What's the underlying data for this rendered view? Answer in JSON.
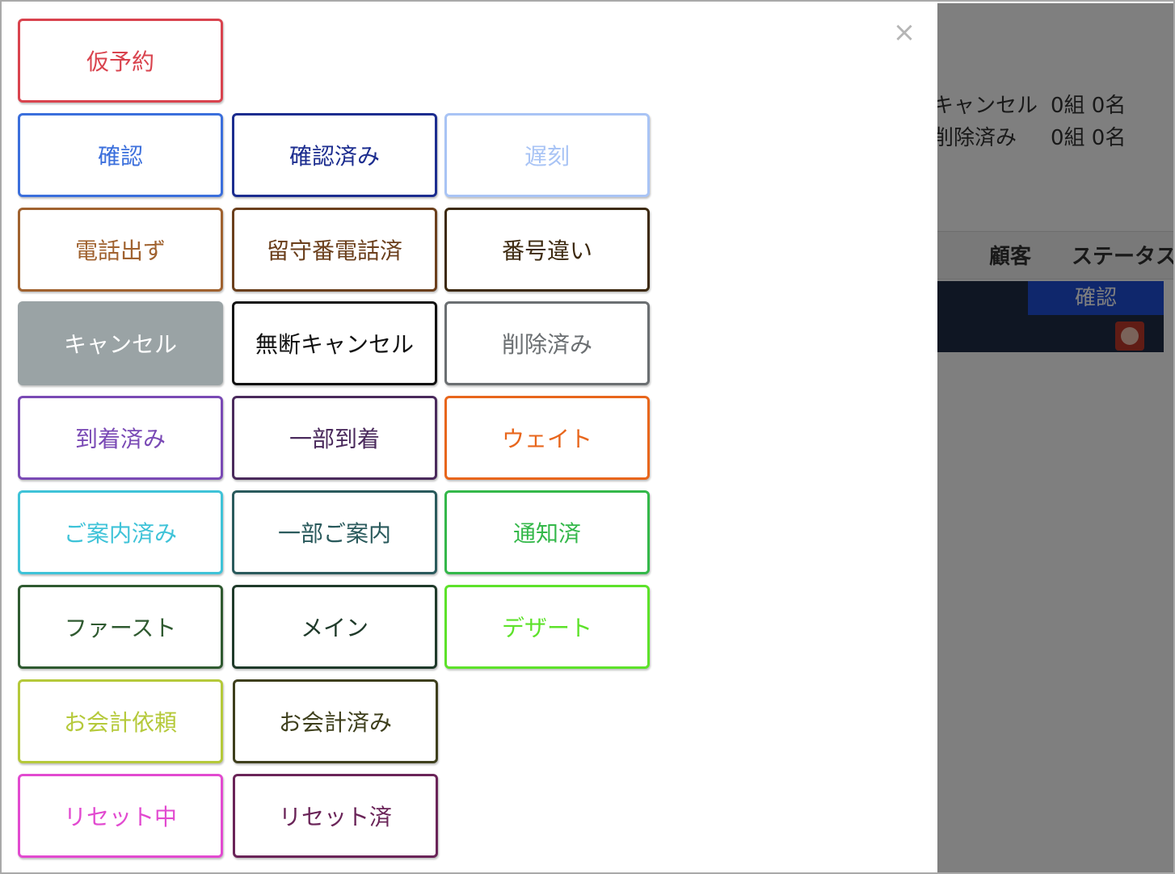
{
  "modal": {
    "close_label": "×",
    "buttons": [
      {
        "label": "仮予約",
        "color": "#d9434e",
        "border": "#d9434e",
        "bg": "#ffffff"
      },
      {
        "label": "確認",
        "color": "#3b6fdc",
        "border": "#3b6fdc",
        "bg": "#ffffff"
      },
      {
        "label": "確認済み",
        "color": "#1c2d8f",
        "border": "#1c2d8f",
        "bg": "#ffffff"
      },
      {
        "label": "遅刻",
        "color": "#a9c4f5",
        "border": "#a9c4f5",
        "bg": "#ffffff"
      },
      {
        "label": "電話出ず",
        "color": "#a0622f",
        "border": "#a0622f",
        "bg": "#ffffff"
      },
      {
        "label": "留守番電話済",
        "color": "#6b3f1c",
        "border": "#6b3f1c",
        "bg": "#ffffff"
      },
      {
        "label": "番号違い",
        "color": "#3d2a10",
        "border": "#3d2a10",
        "bg": "#ffffff"
      },
      {
        "label": "キャンセル",
        "color": "#ffffff",
        "border": "#9aa3a5",
        "bg": "#9aa3a5"
      },
      {
        "label": "無断キャンセル",
        "color": "#111111",
        "border": "#111111",
        "bg": "#ffffff"
      },
      {
        "label": "削除済み",
        "color": "#6b6f72",
        "border": "#6b6f72",
        "bg": "#ffffff"
      },
      {
        "label": "到着済み",
        "color": "#7a4ab5",
        "border": "#7a4ab5",
        "bg": "#ffffff"
      },
      {
        "label": "一部到着",
        "color": "#4a2a5c",
        "border": "#4a2a5c",
        "bg": "#ffffff"
      },
      {
        "label": "ウェイト",
        "color": "#e8661c",
        "border": "#e8661c",
        "bg": "#ffffff"
      },
      {
        "label": "ご案内済み",
        "color": "#3fc3d8",
        "border": "#3fc3d8",
        "bg": "#ffffff"
      },
      {
        "label": "一部ご案内",
        "color": "#2a5a5c",
        "border": "#2a5a5c",
        "bg": "#ffffff"
      },
      {
        "label": "通知済",
        "color": "#34b84a",
        "border": "#34b84a",
        "bg": "#ffffff"
      },
      {
        "label": "ファースト",
        "color": "#2f5a30",
        "border": "#2f5a30",
        "bg": "#ffffff"
      },
      {
        "label": "メイン",
        "color": "#1f3a2a",
        "border": "#1f3a2a",
        "bg": "#ffffff"
      },
      {
        "label": "デザート",
        "color": "#5de22a",
        "border": "#5de22a",
        "bg": "#ffffff"
      },
      {
        "label": "お会計依頼",
        "color": "#b5c93a",
        "border": "#b5c93a",
        "bg": "#ffffff"
      },
      {
        "label": "お会計済み",
        "color": "#3e3f1c",
        "border": "#3e3f1c",
        "bg": "#ffffff"
      },
      {
        "label": "リセット中",
        "color": "#e24ad0",
        "border": "#e24ad0",
        "bg": "#ffffff"
      },
      {
        "label": "リセット済",
        "color": "#6a2458",
        "border": "#6a2458",
        "bg": "#ffffff"
      }
    ]
  },
  "background": {
    "summary": [
      {
        "label": "キャンセル",
        "value": "0組 0名"
      },
      {
        "label": "削除済み",
        "value": "0組 0名"
      }
    ],
    "table_headers": [
      "顧客",
      "ステータス"
    ],
    "row_status": "確認",
    "face_icon": "dizzy-face-icon"
  }
}
